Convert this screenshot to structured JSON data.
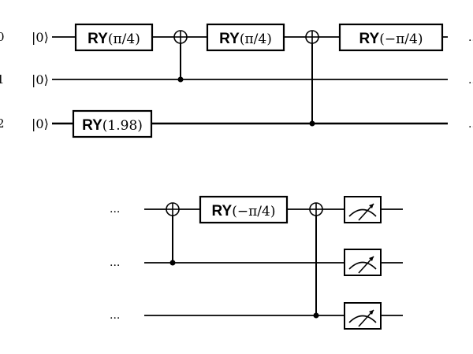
{
  "diagram": {
    "type": "quantum-circuit",
    "qubit_labels": [
      "0",
      "1",
      "2"
    ],
    "initial_states": [
      "|0⟩",
      "|0⟩",
      "|0⟩"
    ],
    "continuation_marker": "...",
    "part1": {
      "gates": [
        {
          "kind": "RY",
          "qubit": 0,
          "name": "RY",
          "param": "(π/4)"
        },
        {
          "kind": "RY",
          "qubit": 2,
          "name": "RY",
          "param": "(1.98)"
        },
        {
          "kind": "CNOT",
          "control": 1,
          "target": 0
        },
        {
          "kind": "RY",
          "qubit": 0,
          "name": "RY",
          "param": "(π/4)"
        },
        {
          "kind": "CNOT",
          "control": 2,
          "target": 0
        },
        {
          "kind": "RY",
          "qubit": 0,
          "name": "RY",
          "param": "(−π/4)"
        }
      ]
    },
    "part2": {
      "gates": [
        {
          "kind": "CNOT",
          "control": 1,
          "target": 0
        },
        {
          "kind": "RY",
          "qubit": 0,
          "name": "RY",
          "param": "(−π/4)"
        },
        {
          "kind": "CNOT",
          "control": 2,
          "target": 0
        },
        {
          "kind": "MEASURE",
          "qubit": 0
        },
        {
          "kind": "MEASURE",
          "qubit": 1
        },
        {
          "kind": "MEASURE",
          "qubit": 2
        }
      ]
    }
  }
}
